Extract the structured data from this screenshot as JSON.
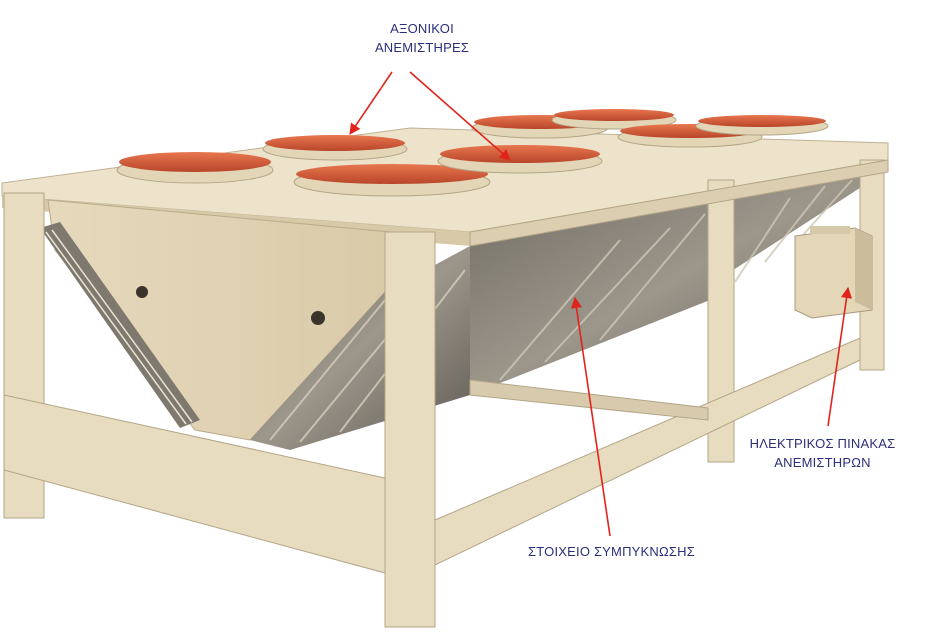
{
  "labels": {
    "axial_fans": {
      "line1": "ΑΞΟΝΙΚΟΙ",
      "line2": "ΑΝΕΜΙΣΤΗΡΕΣ"
    },
    "fan_electrical_panel": {
      "line1": "ΗΛΕΚΤΡΙΚΟΣ ΠΙΝΑΚΑΣ",
      "line2": "ΑΝΕΜΙΣΤΗΡΩΝ"
    },
    "condensing_element": {
      "line1": "ΣΤΟΙΧΕΙΟ ΣΥΜΠΥΚΝΩΣΗΣ"
    }
  },
  "colors": {
    "label_text": "#2b2f7a",
    "pointer_arrow": "#e0241b",
    "frame": "#e8dcc0",
    "fan_blade": "#d9603c",
    "coil": "#8a8378"
  }
}
